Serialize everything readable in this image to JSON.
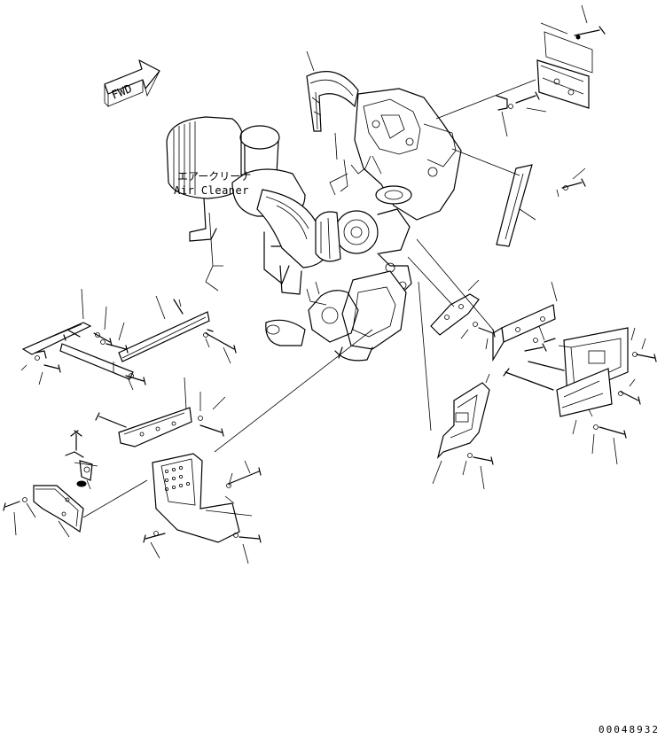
{
  "labels": {
    "air_cleaner_jp": "エアークリーナ",
    "air_cleaner_en": "Air Cleaner",
    "fwd": "FWD"
  },
  "catalog_number": "00048932"
}
